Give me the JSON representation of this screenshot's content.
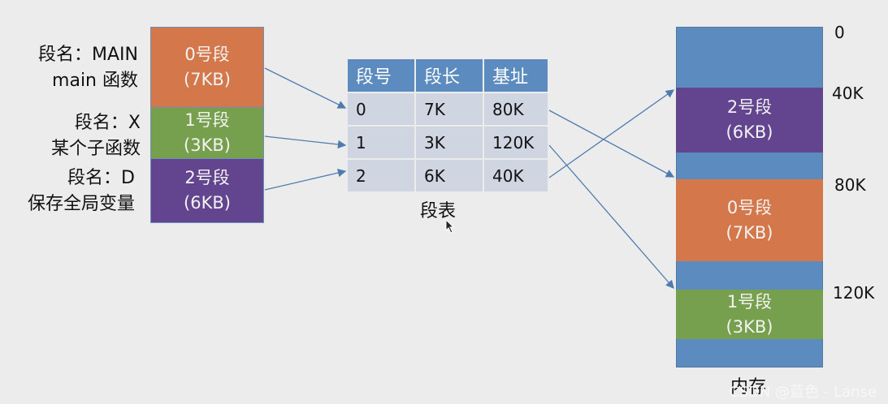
{
  "program": {
    "labels": [
      {
        "line1": "段名：MAIN",
        "line2": "main 函数"
      },
      {
        "line1": "段名：X",
        "line2": "某个子函数"
      },
      {
        "line1": "段名：D",
        "line2": "保存全局变量"
      }
    ],
    "segments": [
      {
        "name": "0号段",
        "size": "(7KB)",
        "color": "#d4784b"
      },
      {
        "name": "1号段",
        "size": "(3KB)",
        "color": "#76a04d"
      },
      {
        "name": "2号段",
        "size": "(6KB)",
        "color": "#62448f"
      }
    ]
  },
  "segment_table": {
    "headers": [
      "段号",
      "段长",
      "基址"
    ],
    "rows": [
      [
        "0",
        "7K",
        "80K"
      ],
      [
        "1",
        "3K",
        "120K"
      ],
      [
        "2",
        "6K",
        "40K"
      ]
    ],
    "caption": "段表"
  },
  "memory": {
    "blocks": [
      {
        "name": "2号段",
        "size": "(6KB)"
      },
      {
        "name": "0号段",
        "size": "(7KB)"
      },
      {
        "name": "1号段",
        "size": "(3KB)"
      }
    ],
    "addresses": [
      "0",
      "40K",
      "80K",
      "120K"
    ],
    "caption": "内存"
  },
  "watermark": "CSDN @蓝色 - Lanse"
}
